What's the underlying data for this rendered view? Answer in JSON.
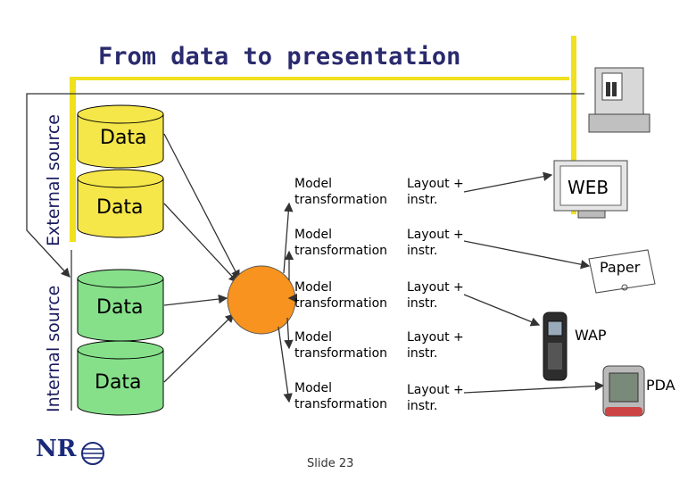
{
  "title": "From data to presentation",
  "side_labels": {
    "external": "External source",
    "internal": "Internal source"
  },
  "sources": [
    {
      "label": "Data",
      "kind": "external"
    },
    {
      "label": "Data",
      "kind": "external"
    },
    {
      "label": "Data",
      "kind": "internal"
    },
    {
      "label": "Data",
      "kind": "internal"
    }
  ],
  "steps": [
    {
      "model": [
        "Model",
        "transformation"
      ],
      "layout": [
        "Layout +",
        "instr."
      ]
    },
    {
      "model": [
        "Model",
        "transformation"
      ],
      "layout": [
        "Layout +",
        "instr."
      ]
    },
    {
      "model": [
        "Model",
        "transformation"
      ],
      "layout": [
        "Layout +",
        "instr."
      ]
    },
    {
      "model": [
        "Model",
        "transformation"
      ],
      "layout": [
        "Layout +",
        "instr."
      ]
    },
    {
      "model": [
        "Model",
        "transformation"
      ],
      "layout": [
        "Layout +",
        "instr."
      ]
    }
  ],
  "outputs": {
    "web": "WEB",
    "paper": "Paper",
    "wap": "WAP",
    "pda": "PDA"
  },
  "logo": "NR",
  "footer": "Slide 23",
  "colors": {
    "external_db": "#f5e64a",
    "internal_db": "#86e08a",
    "hub": "#f7931e",
    "title": "#2a2a6e",
    "accent_bar": "#f0e020"
  }
}
